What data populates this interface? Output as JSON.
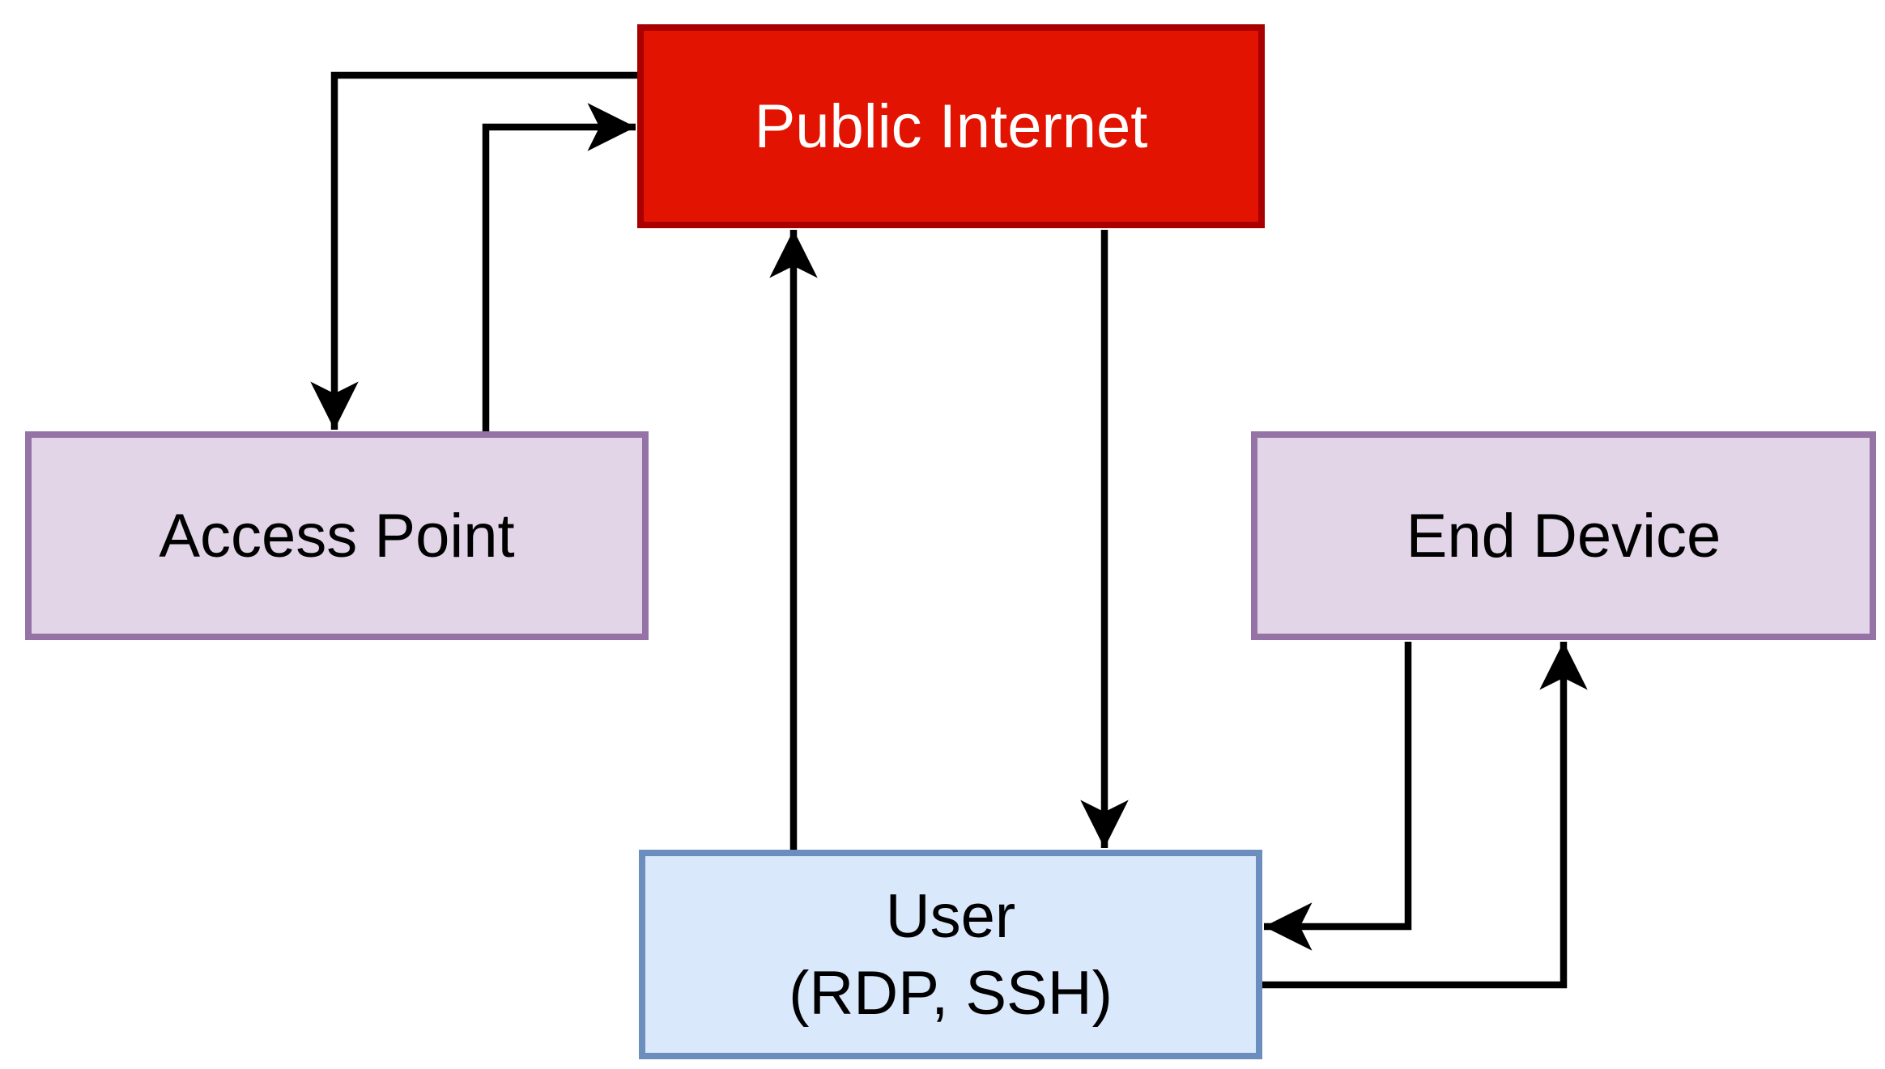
{
  "diagram": {
    "title": "",
    "background_color": "#FFFFFF",
    "arrow_color": "#000000",
    "nodes": [
      {
        "id": "public-internet",
        "label": "Public Internet",
        "fill_color": "#E21300",
        "stroke_color": "#A80000",
        "text_color": "#FFFFFF"
      },
      {
        "id": "access-point",
        "label": "Access Point",
        "fill_color": "#E1D5E7",
        "stroke_color": "#9673A6",
        "text_color": "#000000"
      },
      {
        "id": "end-device",
        "label": "End Device",
        "fill_color": "#E1D5E7",
        "stroke_color": "#9673A6",
        "text_color": "#000000"
      },
      {
        "id": "user",
        "label": "User",
        "sublabel": "(RDP, SSH)",
        "fill_color": "#DAE8FC",
        "stroke_color": "#6C8EBF",
        "text_color": "#000000"
      }
    ],
    "edges": [
      {
        "from": "public-internet",
        "to": "access-point",
        "style": "arrow"
      },
      {
        "from": "access-point",
        "to": "public-internet",
        "style": "arrow"
      },
      {
        "from": "user",
        "to": "public-internet",
        "style": "arrow"
      },
      {
        "from": "public-internet",
        "to": "user",
        "style": "arrow"
      },
      {
        "from": "end-device",
        "to": "user",
        "style": "arrow"
      },
      {
        "from": "user",
        "to": "end-device",
        "style": "arrow"
      }
    ]
  }
}
